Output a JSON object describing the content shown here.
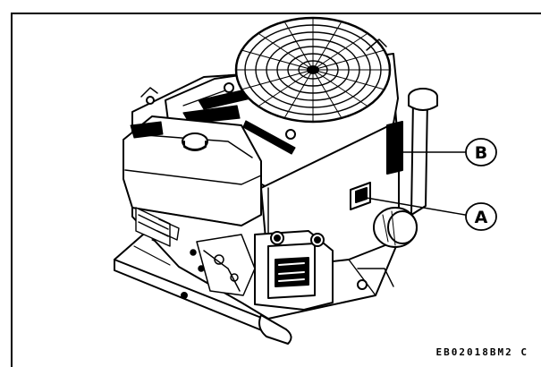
{
  "figure": {
    "code": "EB02018BM2 C",
    "callouts": [
      {
        "label": "A"
      },
      {
        "label": "B"
      }
    ]
  }
}
